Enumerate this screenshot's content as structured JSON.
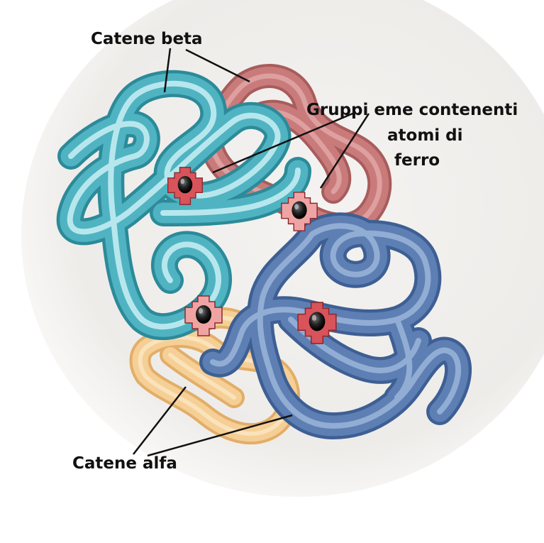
{
  "labels": {
    "beta_chains": "Catene beta",
    "heme_groups_line1": "Gruppi eme contenenti",
    "heme_groups_line2": "atomi di",
    "heme_groups_line3": "ferro",
    "alpha_chains": "Catene alfa"
  },
  "colors": {
    "beta_chain_teal": "#4fb3c2",
    "beta_chain_pink": "#c97b7b",
    "alpha_chain_blue": "#5d7fb3",
    "alpha_chain_orange": "#f2c98a",
    "heme_red": "#d9535a",
    "heme_pink": "#f0a3a3",
    "iron_atom": "#1a1a1a",
    "background_glow": "#eeece9"
  }
}
